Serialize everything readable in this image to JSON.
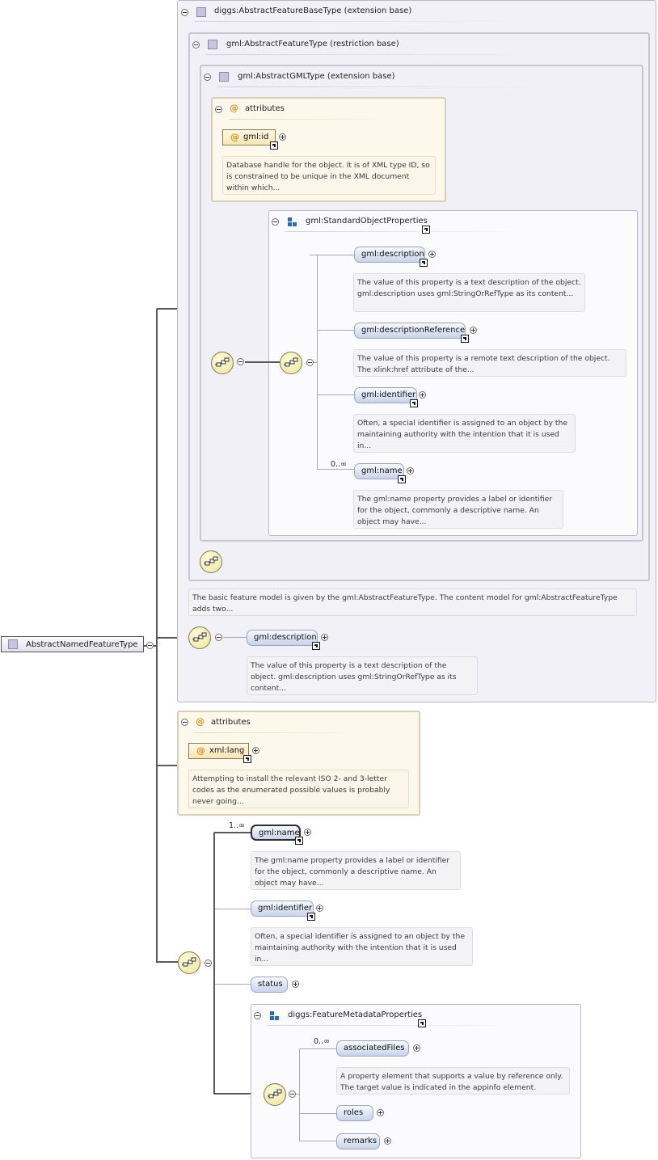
{
  "root": {
    "label": "AbstractNamedFeatureType"
  },
  "base1": {
    "title": "diggs:AbstractFeatureBaseType (extension base)"
  },
  "base2": {
    "title": "gml:AbstractFeatureType (restriction base)",
    "doc": "The basic feature model is given by the gml:AbstractFeatureType. The content model for gml:AbstractFeatureType adds two..."
  },
  "base3": {
    "title": "gml:AbstractGMLType (extension base)"
  },
  "attrs1": {
    "title": "attributes",
    "id_label": "gml:id",
    "id_doc": "Database handle for the object. It is of XML type ID, so is constrained to be unique in the XML document within which..."
  },
  "sop": {
    "title": "gml:StandardObjectProperties",
    "name_card": "0..∞",
    "items": [
      {
        "label": "gml:description",
        "doc": "The value of this property is a text description of the object. gml:description uses gml:StringOrRefType as its content..."
      },
      {
        "label": "gml:descriptionReference",
        "doc": "The value of this property is a remote text description of the object. The xlink:href attribute of the..."
      },
      {
        "label": "gml:identifier",
        "doc": "Often, a special identifier is assigned to an object by the maintaining authority with the intention that it is used in..."
      },
      {
        "label": "gml:name",
        "doc": "The gml:name property provides a label or identifier for the object, commonly a descriptive name. An object may have..."
      }
    ]
  },
  "featdesc": {
    "label": "gml:description",
    "doc": "The value of this property is a text description of the object. gml:description uses gml:StringOrRefType as its content..."
  },
  "attrs2": {
    "title": "attributes",
    "lang_label": "xml:lang",
    "lang_doc": "Attempting to install the relevant ISO 2- and 3-letter codes as the enumerated possible values is probably never going..."
  },
  "seq": {
    "name": {
      "label": "gml:name",
      "card": "1..∞",
      "doc": "The gml:name property provides a label or identifier for the object, commonly a descriptive name. An object may have..."
    },
    "identifier": {
      "label": "gml:identifier",
      "doc": "Often, a special identifier is assigned to an object by the maintaining authority with the intention that it is used in..."
    },
    "status": {
      "label": "status"
    }
  },
  "fmp": {
    "title": "diggs:FeatureMetadataProperties",
    "assoc": {
      "label": "associatedFiles",
      "card": "0..∞",
      "doc": "A property element that supports a value by reference only. The target value is indicated in the appinfo element."
    },
    "roles": {
      "label": "roles"
    },
    "remarks": {
      "label": "remarks"
    }
  }
}
